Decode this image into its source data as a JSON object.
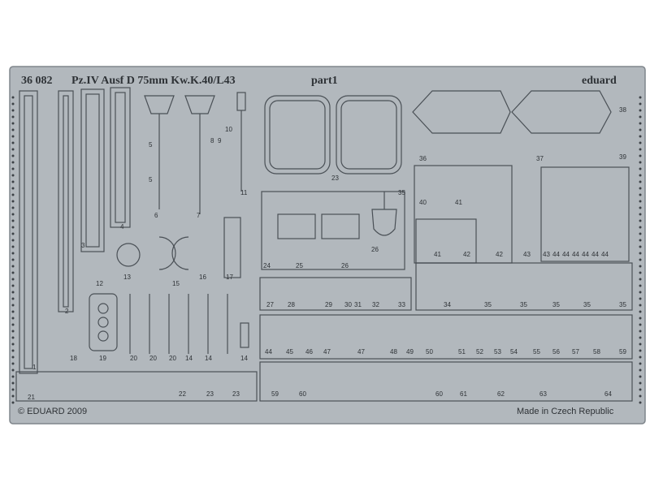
{
  "header": {
    "code": "36 082",
    "title": "Pz.IV Ausf D 75mm Kw.K.40/L43",
    "part": "part1",
    "brand": "eduard"
  },
  "footer": {
    "copyright": "© EDUARD 2009",
    "origin": "Made in Czech Republic"
  },
  "part_numbers": [
    "1",
    "2",
    "3",
    "4",
    "5",
    "5",
    "6",
    "7",
    "8",
    "9",
    "10",
    "11",
    "12",
    "13",
    "14",
    "15",
    "16",
    "17",
    "18",
    "19",
    "20",
    "20",
    "20",
    "14",
    "14",
    "21",
    "22",
    "23",
    "23",
    "23",
    "24",
    "25",
    "26",
    "26",
    "27",
    "28",
    "29",
    "30",
    "31",
    "32",
    "33",
    "34",
    "35",
    "35",
    "35",
    "35",
    "35",
    "35",
    "36",
    "37",
    "38",
    "39",
    "40",
    "41",
    "41",
    "42",
    "42",
    "43",
    "43",
    "44",
    "44",
    "44",
    "44",
    "44",
    "44",
    "44",
    "45",
    "46",
    "47",
    "47",
    "48",
    "49",
    "50",
    "51",
    "52",
    "53",
    "54",
    "55",
    "56",
    "57",
    "58",
    "59",
    "59",
    "60",
    "60",
    "61",
    "62",
    "63",
    "64"
  ],
  "colors": {
    "metal": "#b2b8bd",
    "metal_dark": "#8d9399",
    "etch_line": "#2e3236",
    "background": "#ffffff"
  }
}
